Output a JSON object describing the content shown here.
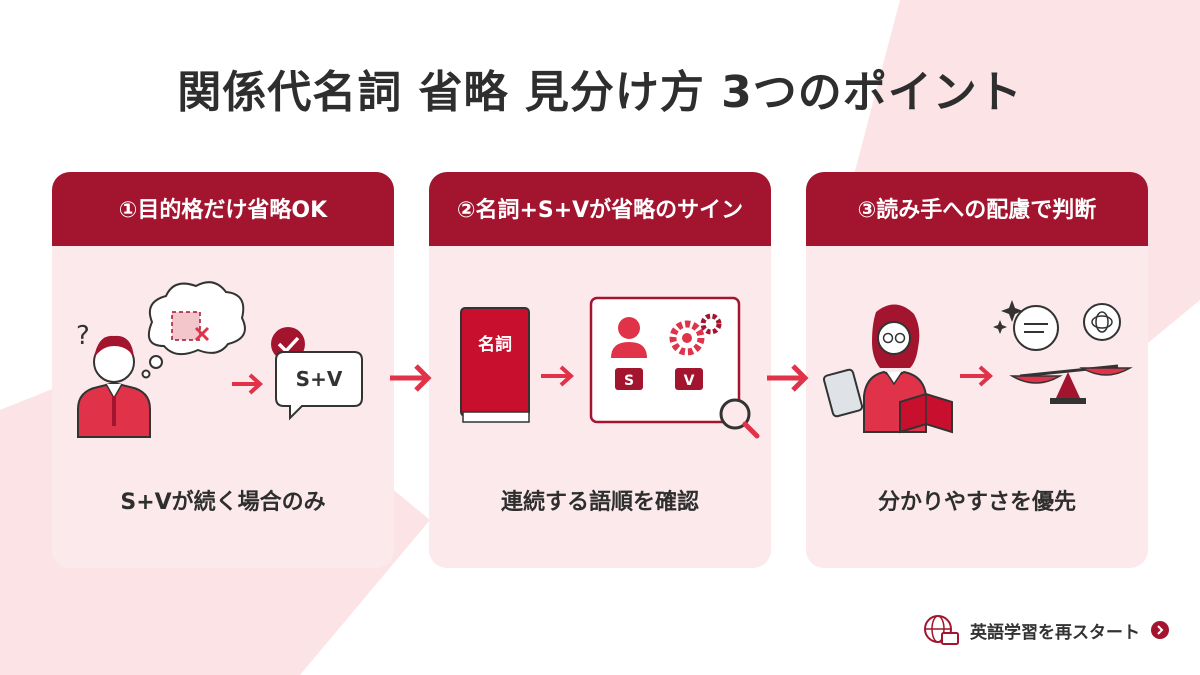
{
  "title": "関係代名詞 省略 見分け方 3つのポイント",
  "cards": [
    {
      "header": "①目的格だけ省略OK",
      "caption": "S+Vが続く場合のみ",
      "bubble_text": "S+V",
      "question_mark": "?"
    },
    {
      "header": "②名詞+S+Vが省略のサイン",
      "caption": "連続する語順を確認",
      "book_label": "名詞",
      "badge_s": "S",
      "badge_v": "V"
    },
    {
      "header": "③読み手への配慮で判断",
      "caption": "分かりやすさを優先"
    }
  ],
  "footer": {
    "label": "英語学習を再スタート"
  },
  "colors": {
    "accent": "#a3142f",
    "card_bg": "#fbe9eb",
    "arrow": "#e0334a",
    "background_shape": "#fbe3e6"
  },
  "icons": [
    "question-mark-icon",
    "thought-bubble-icon",
    "person-icon",
    "check-icon",
    "speech-bubble-icon",
    "arrow-right-icon",
    "book-icon",
    "gear-icon",
    "magnifier-icon",
    "tablet-icon",
    "sparkle-icon",
    "balance-scale-icon",
    "brain-icon",
    "globe-icon",
    "chevron-right-icon"
  ]
}
